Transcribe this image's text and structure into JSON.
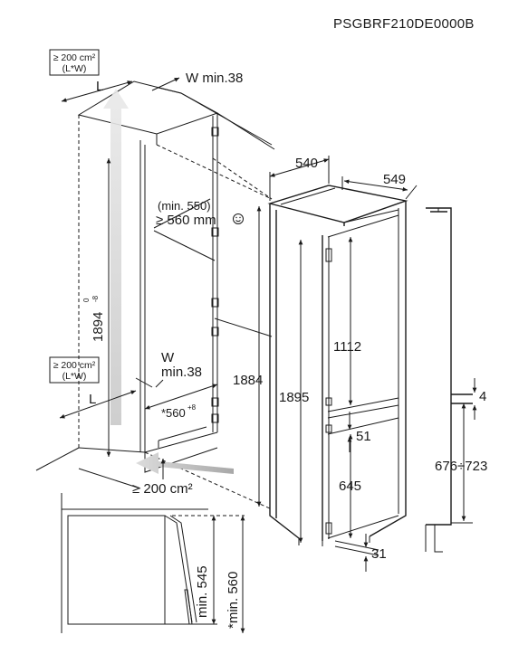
{
  "doc_code": "PSGBRF210DE0000B",
  "labels": {
    "vent_top_area": "≥ 200 cm²",
    "vent_top_lw": "(L*W)",
    "vent_bottom_area": "≥ 200 cm²",
    "vent_bottom_lw": "(L*W)",
    "L_top": "L",
    "L_bottom": "L",
    "w_min_top": "W min.38",
    "w_bottom": "W",
    "min38_bottom": "min.38",
    "niche_depth_min": "(min. 550)",
    "niche_depth": "≥ 560 mm",
    "niche_height": "1894",
    "niche_height_tol_top": "0",
    "niche_height_tol_bottom": "-8",
    "niche_width": "*560",
    "niche_width_tol": "+8",
    "plinth_vent": "≥ 200 cm²",
    "door_height": "1884",
    "appliance_width": "540",
    "appliance_depth": "549",
    "appliance_height": "1895",
    "fridge_door": "1112",
    "gap": "51",
    "freezer_door": "645",
    "bottom_offset": "31",
    "door_gap": "4",
    "door_range": "676÷723",
    "min_545": "min. 545",
    "min_560": "*min. 560"
  }
}
